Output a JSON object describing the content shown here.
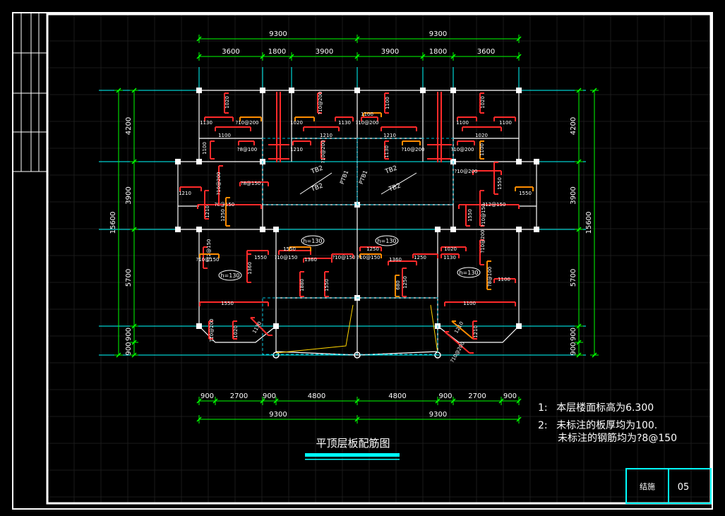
{
  "drawing": {
    "title": "平顶层板配筋图",
    "title_block": {
      "label": "结施",
      "number": "05"
    }
  },
  "notes": [
    {
      "num": "1:",
      "text": "本层楼面标高为6.300"
    },
    {
      "num": "2:",
      "text": "未标注的板厚均为100."
    },
    {
      "num": "",
      "text": "未标注的钢筋均为?8@150"
    }
  ],
  "dimensions": {
    "top_total": [
      "9300",
      "9300"
    ],
    "top_segments": [
      "3600",
      "1800",
      "3900",
      "3900",
      "1800",
      "3600"
    ],
    "bottom_segments": [
      "900",
      "2700",
      "900",
      "4800",
      "4800",
      "900",
      "2700",
      "900"
    ],
    "bottom_total": [
      "9300",
      "9300"
    ],
    "left_segments": [
      "4200",
      "3900",
      "5700",
      "900",
      "900"
    ],
    "left_total": "15600",
    "right_segments": [
      "4200",
      "3900",
      "5700",
      "900",
      "900"
    ],
    "right_total": "15600"
  },
  "slab_labels": {
    "thickness": [
      "h=130",
      "h=130",
      "h=130",
      "h=130"
    ],
    "stairs": [
      "TB2",
      "TB2",
      "TB2",
      "TB2",
      "PTB1",
      "PTB1"
    ]
  },
  "rebar_labels": [
    "1020",
    "1130",
    "?10@200",
    "1100",
    "?8@100",
    "1100",
    "?10@200",
    "1020",
    "1130",
    "1210",
    "1210",
    "?10@200",
    "1100",
    "1100",
    "?10@200",
    "1210",
    "1130",
    "?10@200",
    "1020",
    "1100",
    "1100",
    "1020",
    "1100",
    "?10@200",
    "1210",
    "?8@150",
    "?10@200",
    "1250",
    "1210",
    "?8@150",
    "?10@200",
    "1550",
    "1550",
    "?12@150",
    "?10@150",
    "1550",
    "?12@150",
    "?10@150",
    "1550",
    "1360",
    "1550",
    "?10@150",
    "1550",
    "1360",
    "1880",
    "1550",
    "?10@150",
    "?10@150",
    "1250",
    "1360",
    "1250",
    "1250",
    "680"
  ],
  "colors": {
    "background": "#000000",
    "frame": "#ffffff",
    "dimension": "#00ff00",
    "dim_text": "#ffffff",
    "axis": "#00ffff",
    "wall": "#ffffff",
    "rebar": "#ff2a2a",
    "rebar_alt": "#ff8c00",
    "stair": "#00bcd4",
    "rebar_text": "#ffffff",
    "title": "#ffffff",
    "title_underline": "#00ffff",
    "roof_line": "#ffd400",
    "grid": "#1a1a1a"
  }
}
